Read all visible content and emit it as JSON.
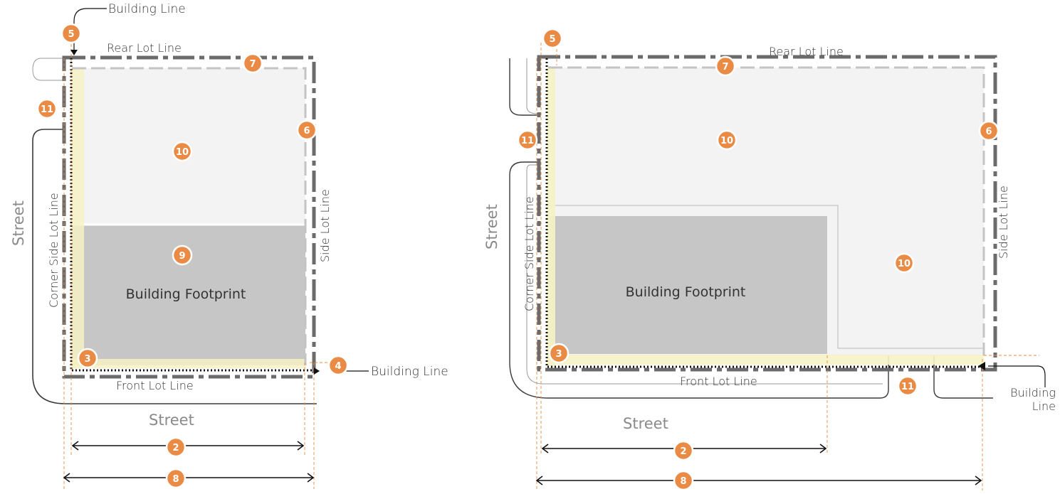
{
  "labels": {
    "building_line": "Building Line",
    "building_line_a": "Building",
    "building_line_b": "Line",
    "rear_lot_line": "Rear Lot Line",
    "front_lot_line": "Front Lot Line",
    "side_lot_line": "Side Lot Line",
    "corner_side_lot_line": "Corner Side Lot Line",
    "street": "Street",
    "building_footprint": "Building Footprint"
  },
  "markers": {
    "m2": "2",
    "m3": "3",
    "m4": "4",
    "m5": "5",
    "m6": "6",
    "m7": "7",
    "m8": "8",
    "m9": "9",
    "m10": "10",
    "m11": "11"
  },
  "colors": {
    "lot_line": "#6b6b6b",
    "setback_line": "#c4c4c4",
    "building_line": "#111111",
    "yellow_zone": "#f6f2c4",
    "open_area": "#f3f3f3",
    "footprint": "#c5c6c5",
    "marker": "#e98b44",
    "guide": "#e98b44"
  }
}
